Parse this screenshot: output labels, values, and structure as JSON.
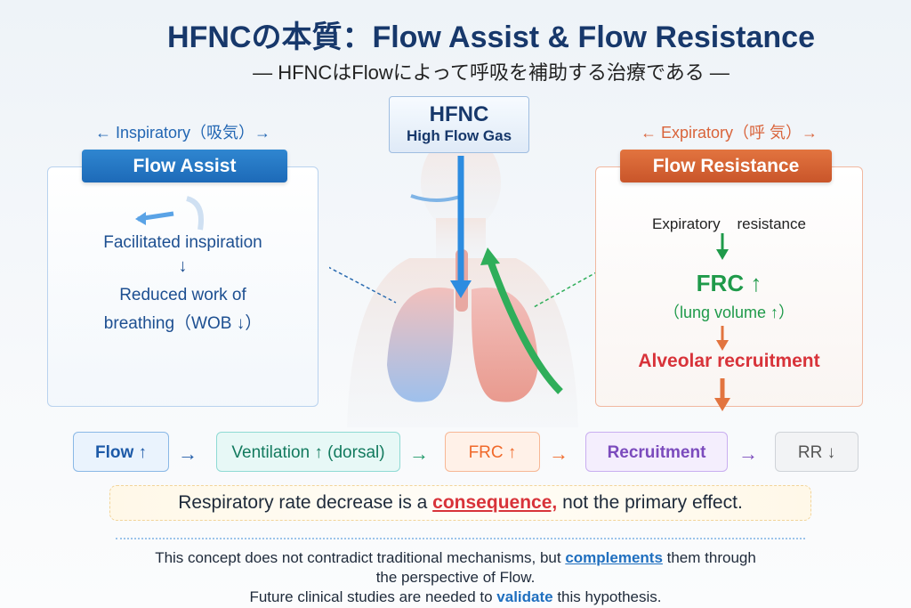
{
  "title": "HFNCの本質：Flow Assist & Flow Resistance",
  "subtitle": "— HFNCはFlowによって呼吸を補助する治療である —",
  "hfnc": {
    "title": "HFNC",
    "subtitle": "High Flow Gas"
  },
  "left": {
    "phase": "← Inspiratory（吸気）→",
    "header": "Flow Assist",
    "line1": "Facilitated inspiration",
    "arrow": "↓",
    "line2": "Reduced work of",
    "line3": "breathing（WOB ↓）"
  },
  "right": {
    "phase": "← Expiratory（呼 気）→",
    "header": "Flow Resistance",
    "line1": "Expiratory    resistance",
    "frc": "FRC ↑",
    "lung_volume": "（lung volume ↑）",
    "recruitment": "Alveolar recruitment"
  },
  "flow": {
    "items": [
      "Flow ↑",
      "Ventilation ↑ (dorsal)",
      "FRC ↑",
      "Recruitment",
      "RR ↓"
    ],
    "arrow": "→"
  },
  "callout": {
    "pre": "Respiratory rate decrease is a ",
    "highlight": "consequence,",
    "post": " not the primary effect."
  },
  "footer": {
    "l1_pre": "This concept does not contradict traditional mechanisms, but ",
    "l1_hl": "complements",
    "l1_post": " them through",
    "l2": "the perspective of Flow.",
    "l3_pre": "Future clinical studies are needed to ",
    "l3_hl": "validate",
    "l3_post": " this hypothesis."
  },
  "colors": {
    "blue": "#1d6ab8",
    "orange": "#d9633a",
    "green": "#1f9a4a",
    "red": "#d8333a",
    "purple": "#7b4bbd"
  }
}
